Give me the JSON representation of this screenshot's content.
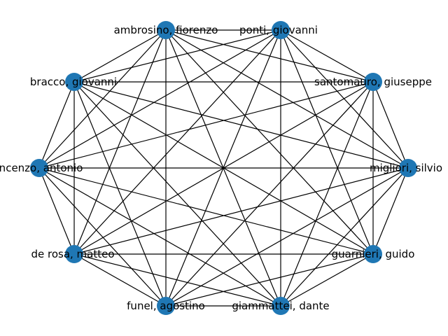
{
  "graph": {
    "node_color": "#1f77b4",
    "edge_color": "#000000",
    "complete": true,
    "nodes": [
      {
        "id": "ponti",
        "label": "ponti, giovanni"
      },
      {
        "id": "santomauro",
        "label": "santomauro, giuseppe"
      },
      {
        "id": "migliori",
        "label": "migliori, silvio"
      },
      {
        "id": "guarnieri",
        "label": "guarnieri, guido"
      },
      {
        "id": "giammattei",
        "label": "giammattei, dante"
      },
      {
        "id": "funel",
        "label": "funel, agostino"
      },
      {
        "id": "derosa",
        "label": "de rosa, matteo"
      },
      {
        "id": "vincenzo",
        "label": "vincenzo, antonio"
      },
      {
        "id": "bracco",
        "label": "bracco, giovanni"
      },
      {
        "id": "ambrosino",
        "label": "ambrosino, fiorenzo"
      }
    ]
  }
}
